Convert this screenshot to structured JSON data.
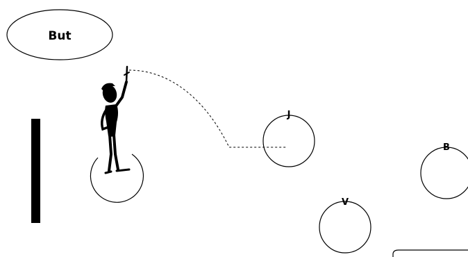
{
  "goal_label": "But",
  "circle_labels": {
    "player": "",
    "j": "J",
    "b": "B",
    "v": "V"
  },
  "colors": {
    "stroke": "#000000",
    "background": "#ffffff"
  },
  "icons": {
    "player": "stick-figure-pointing-up-icon",
    "wall": "vertical-bar"
  }
}
